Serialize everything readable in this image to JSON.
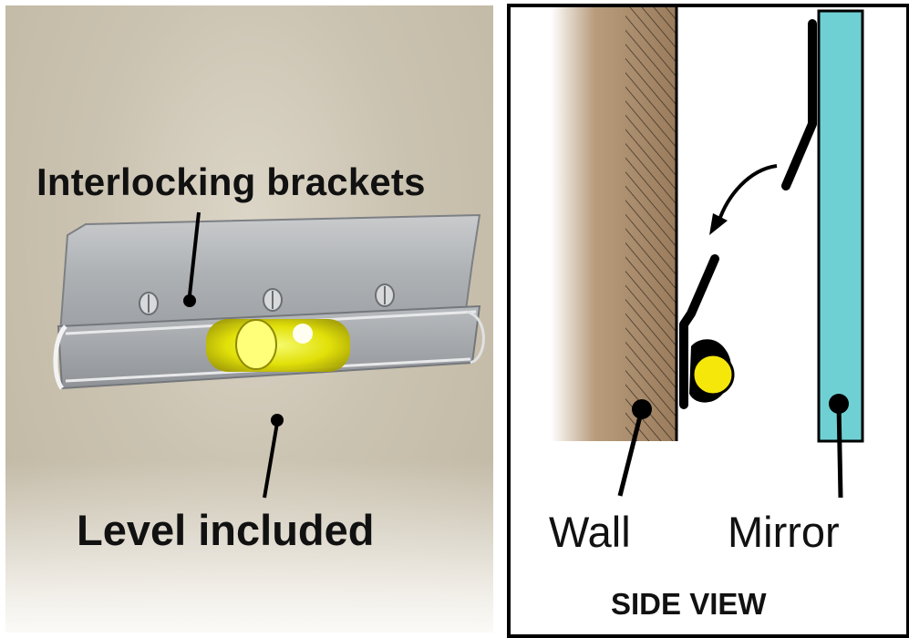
{
  "left": {
    "label_top": "Interlocking brackets",
    "label_bottom": "Level included"
  },
  "right": {
    "label_wall": "Wall",
    "label_mirror": "Mirror",
    "caption": "SIDE VIEW"
  },
  "colors": {
    "background_left": "#c9c1ae",
    "wall": "#a78a6a",
    "mirror": "#6fd0d4",
    "level_bubble": "#f5e70a"
  }
}
